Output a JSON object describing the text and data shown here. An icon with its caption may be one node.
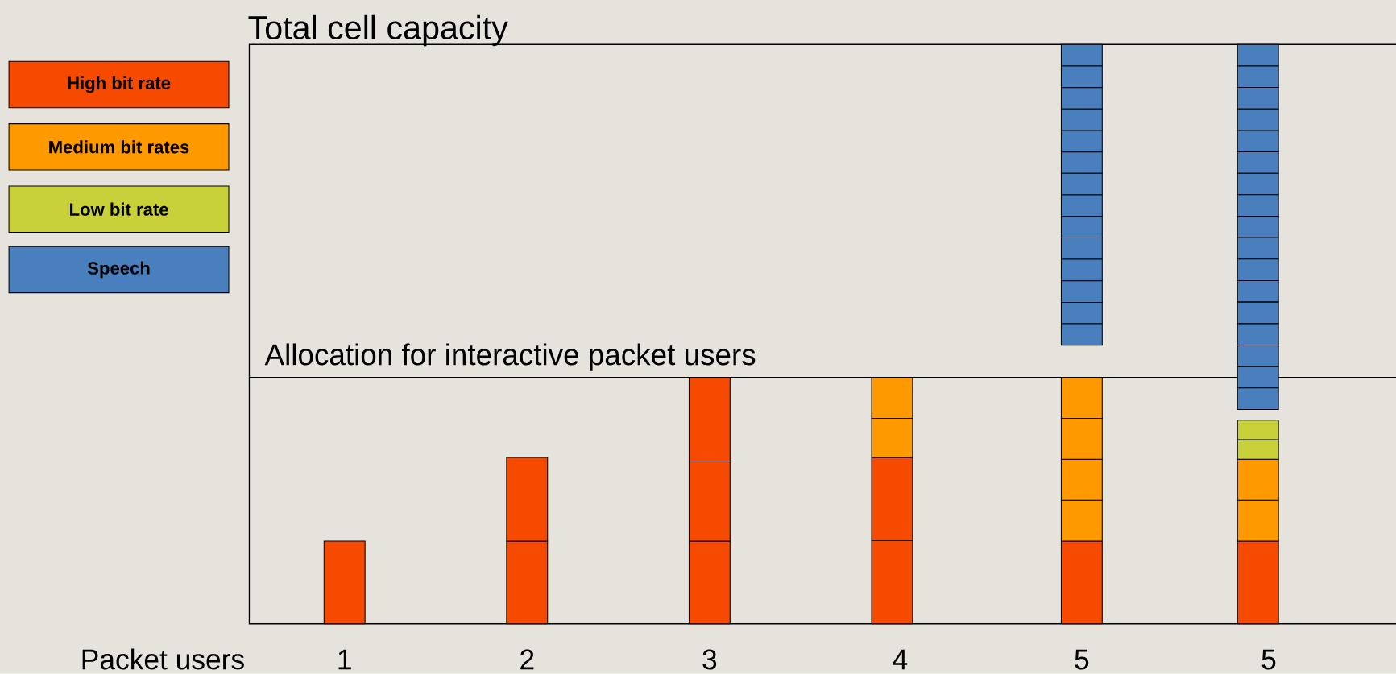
{
  "diagram": {
    "labels": [
      "Total cell capacity",
      "Allocation for interactive packet users",
      "Packet users",
      "1",
      "2",
      "3",
      "4",
      "5",
      "5"
    ],
    "legend": [
      {
        "text": "High bit rate",
        "color": "#f64a00"
      },
      {
        "text": "Medium bit rates",
        "color": "#ff9900"
      },
      {
        "text": "Low bit rate",
        "color": "#c8d13a"
      },
      {
        "text": "Speech",
        "color": "#4a7fbe"
      }
    ]
  }
}
